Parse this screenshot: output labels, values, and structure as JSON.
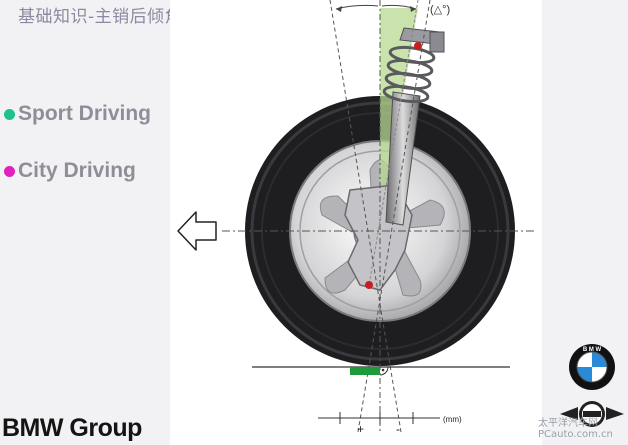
{
  "slide": {
    "title": "基础知识-主销后倾角",
    "angle_label": "(△°)",
    "bullets": [
      {
        "label": "Sport  Driving",
        "color": "#20c090"
      },
      {
        "label": "City  Driving",
        "color": "#e020c0"
      }
    ],
    "scale": {
      "plus": "+",
      "minus": "-",
      "unit": "(mm)"
    },
    "brand": "BMW Group",
    "watermark_line1": "太平洋汽车网",
    "watermark_line2": "PCauto.com.cn"
  },
  "colors": {
    "caster_green": "#b8d890",
    "contact_patch_green": "#1f9a3a",
    "pivot_red": "#c81e1e",
    "title_gray": "#8a8aa2"
  },
  "icons": {
    "direction": "arrow-left-icon",
    "logo": "bmw-roundel-icon",
    "mini_logo": "mini-wings-icon"
  }
}
